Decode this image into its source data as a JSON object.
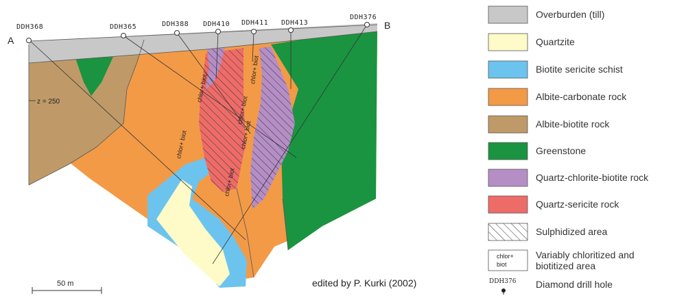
{
  "section": {
    "end_left": "A",
    "end_right": "B",
    "depth_marker": "z = 250",
    "drill_holes": [
      "DDH368",
      "DDH365",
      "DDH388",
      "DDH410",
      "DDH411",
      "DDH413",
      "DDH376"
    ],
    "inline_labels": [
      "chlor+ biot",
      "chlor+ biot",
      "chlor+ biot",
      "chlor+ biot",
      "chlor+ biot",
      "chlor+ biot"
    ],
    "scale_bar": "50 m",
    "credit": "edited by P. Kurki (2002)"
  },
  "legend": {
    "items": [
      {
        "label": "Overburden (till)",
        "color": "#c8c8c8",
        "pattern": "solid"
      },
      {
        "label": "Quartzite",
        "color": "#fffbc8",
        "pattern": "solid"
      },
      {
        "label": "Biotite sericite schist",
        "color": "#6cc4ee",
        "pattern": "solid"
      },
      {
        "label": "Albite-carbonate rock",
        "color": "#f39a47",
        "pattern": "solid"
      },
      {
        "label": "Albite-biotite rock",
        "color": "#bf9a68",
        "pattern": "solid"
      },
      {
        "label": "Greenstone",
        "color": "#1a9440",
        "pattern": "solid"
      },
      {
        "label": "Quartz-chlorite-biotite rock",
        "color": "#b58ec6",
        "pattern": "solid"
      },
      {
        "label": "Quartz-sericite rock",
        "color": "#ee6c68",
        "pattern": "solid"
      },
      {
        "label": "Sulphidized area",
        "color": "#ffffff",
        "pattern": "hatch"
      }
    ],
    "chlor_box": {
      "line1": "chlor+",
      "line2": "biot",
      "label_line1": "Variably chloritized and",
      "label_line2": "biotitized area"
    },
    "drill_hole": {
      "code": "DDH376",
      "label": "Diamond drill  hole"
    }
  }
}
